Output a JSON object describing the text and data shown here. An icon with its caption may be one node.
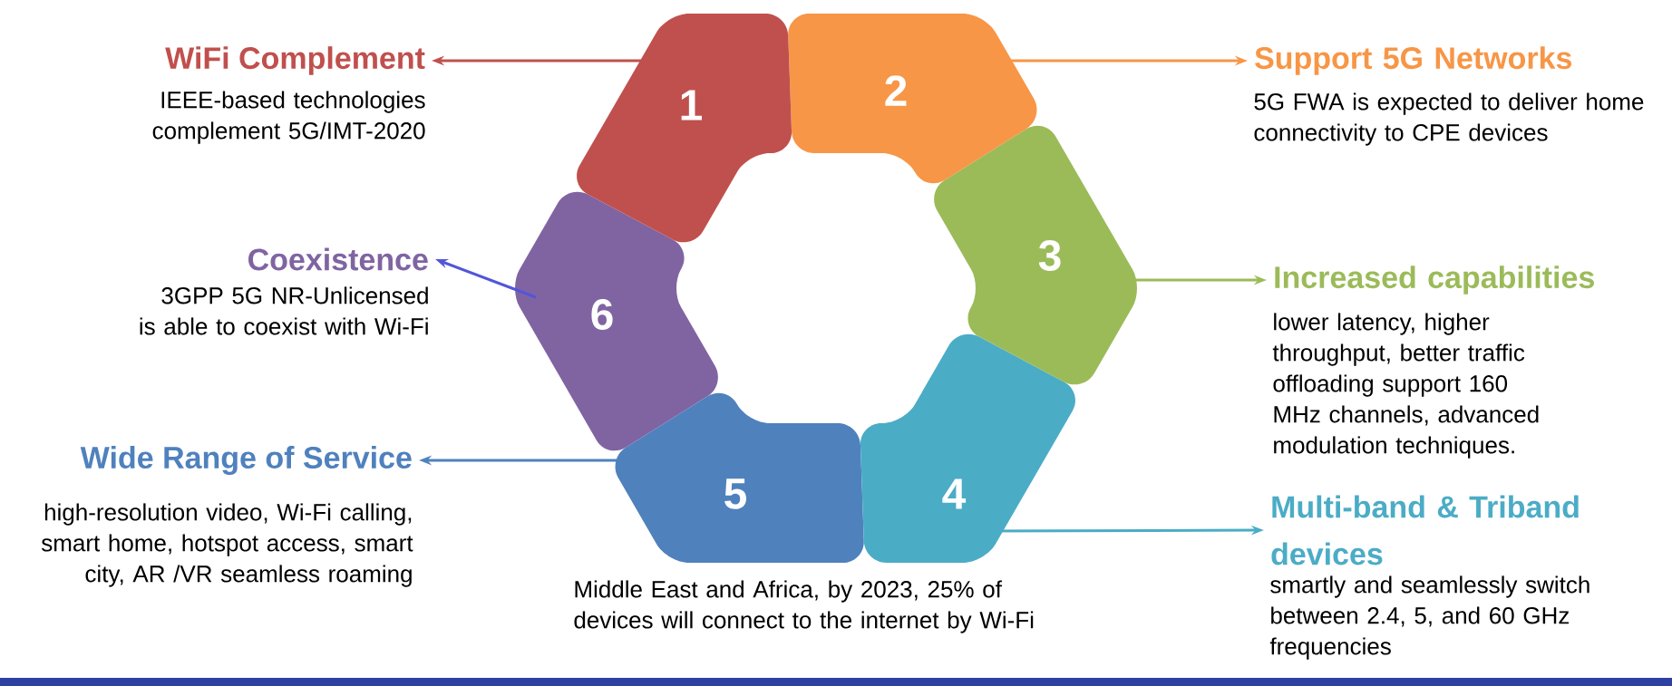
{
  "diagram": {
    "nodes": [
      {
        "text": [
          "1"
        ]
      },
      {
        "text": [
          "2"
        ]
      },
      {
        "text": [
          "3"
        ]
      },
      {
        "text": [
          "4"
        ]
      },
      {
        "text": [
          "5"
        ]
      },
      {
        "text": [
          "6"
        ]
      },
      {
        "text": [
          "WiFi Complement",
          "IEEE-based technologies complement 5G/IMT-2020"
        ]
      },
      {
        "text": [
          "Support 5G Networks",
          "5G FWA is expected to deliver home connectivity to CPE devices"
        ]
      },
      {
        "text": [
          "Increased capabilities",
          "lower latency, higher throughput, better traffic offloading support 160 MHz channels, advanced modulation techniques."
        ]
      },
      {
        "text": [
          "Multi-band & Triband devices",
          "smartly and seamlessly switch between 2.4, 5, and 60 GHz frequencies"
        ]
      },
      {
        "text": [
          "Wide Range of Service",
          "high-resolution video, Wi-Fi calling, smart home, hotspot access, smart city, AR /VR seamless roaming"
        ]
      },
      {
        "text": [
          "Coexistence",
          "3GPP 5G NR-Unlicensed is able to coexist with Wi-Fi"
        ]
      }
    ],
    "edges": [
      {
        "from": 0,
        "to": 6,
        "arrow": "to",
        "color": "#c0504d"
      },
      {
        "from": 1,
        "to": 7,
        "arrow": "to",
        "color": "#f79646"
      },
      {
        "from": 2,
        "to": 8,
        "arrow": "to",
        "color": "#9bbb59"
      },
      {
        "from": 3,
        "to": 9,
        "arrow": "to",
        "color": "#4bacc6"
      },
      {
        "from": 4,
        "to": 10,
        "arrow": "to",
        "color": "#4f81bd"
      },
      {
        "from": 5,
        "to": 11,
        "arrow": "to",
        "color": "#5156d8"
      }
    ],
    "labels": [
      "Middle East and Africa, by 2023, 25% of devices will connect to the internet by Wi-Fi"
    ]
  }
}
